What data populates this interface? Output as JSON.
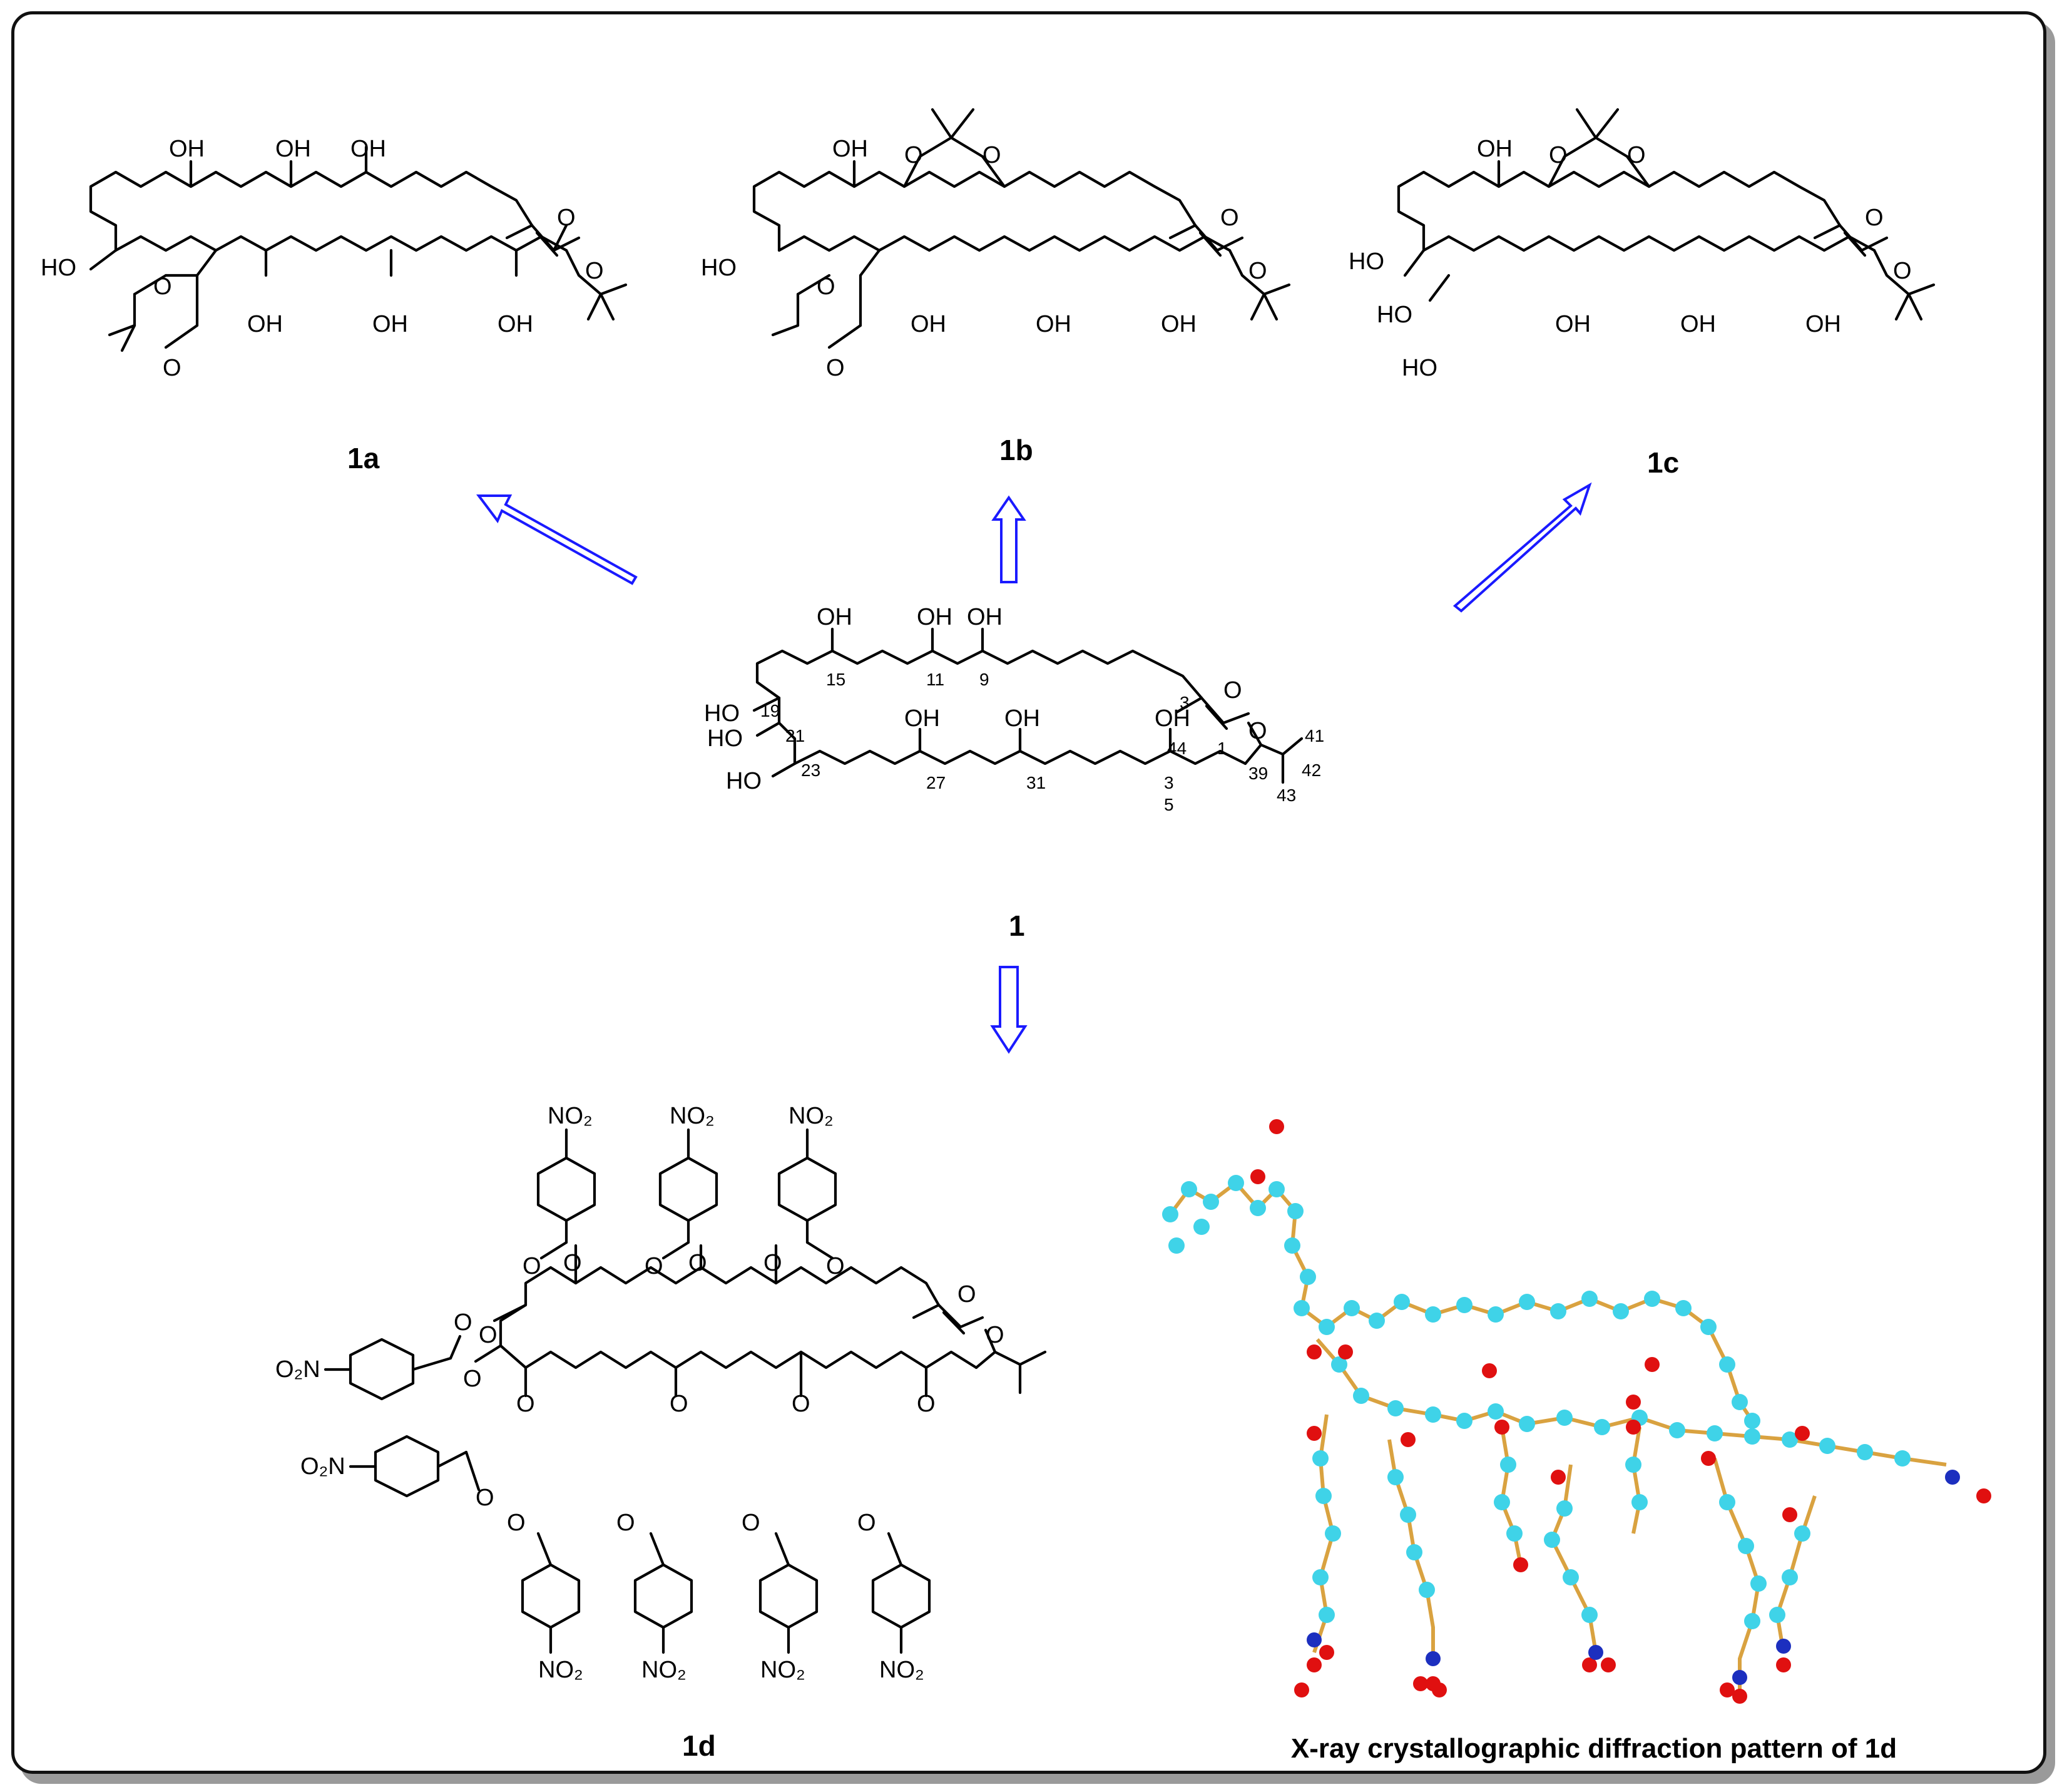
{
  "compounds": {
    "c1": "1",
    "c1a": "1a",
    "c1b": "1b",
    "c1c": "1c",
    "c1d": "1d"
  },
  "atoms": {
    "oh": "OH",
    "ho": "HO",
    "o": "O",
    "no2": "NO₂",
    "o2n": "O₂N"
  },
  "numbering": {
    "n1": "1",
    "n3": "3",
    "n9": "9",
    "n11": "11",
    "n15": "15",
    "n19": "19",
    "n21": "21",
    "n23": "23",
    "n27": "27",
    "n31": "31",
    "n35a": "3",
    "n35b": "5",
    "n39": "39",
    "n41": "41",
    "n42": "42",
    "n43": "43",
    "n44": "44"
  },
  "caption": "X-ray crystallographic diffraction pattern of 1d",
  "colors": {
    "arrow": "#1a1aff",
    "carbon_atom": "#3fd3e8",
    "oxygen_atom": "#e01010",
    "nitrogen_atom": "#1c2fbf",
    "bond_stick": "#d9a240",
    "frame_shadow": "#9a9a9a"
  }
}
